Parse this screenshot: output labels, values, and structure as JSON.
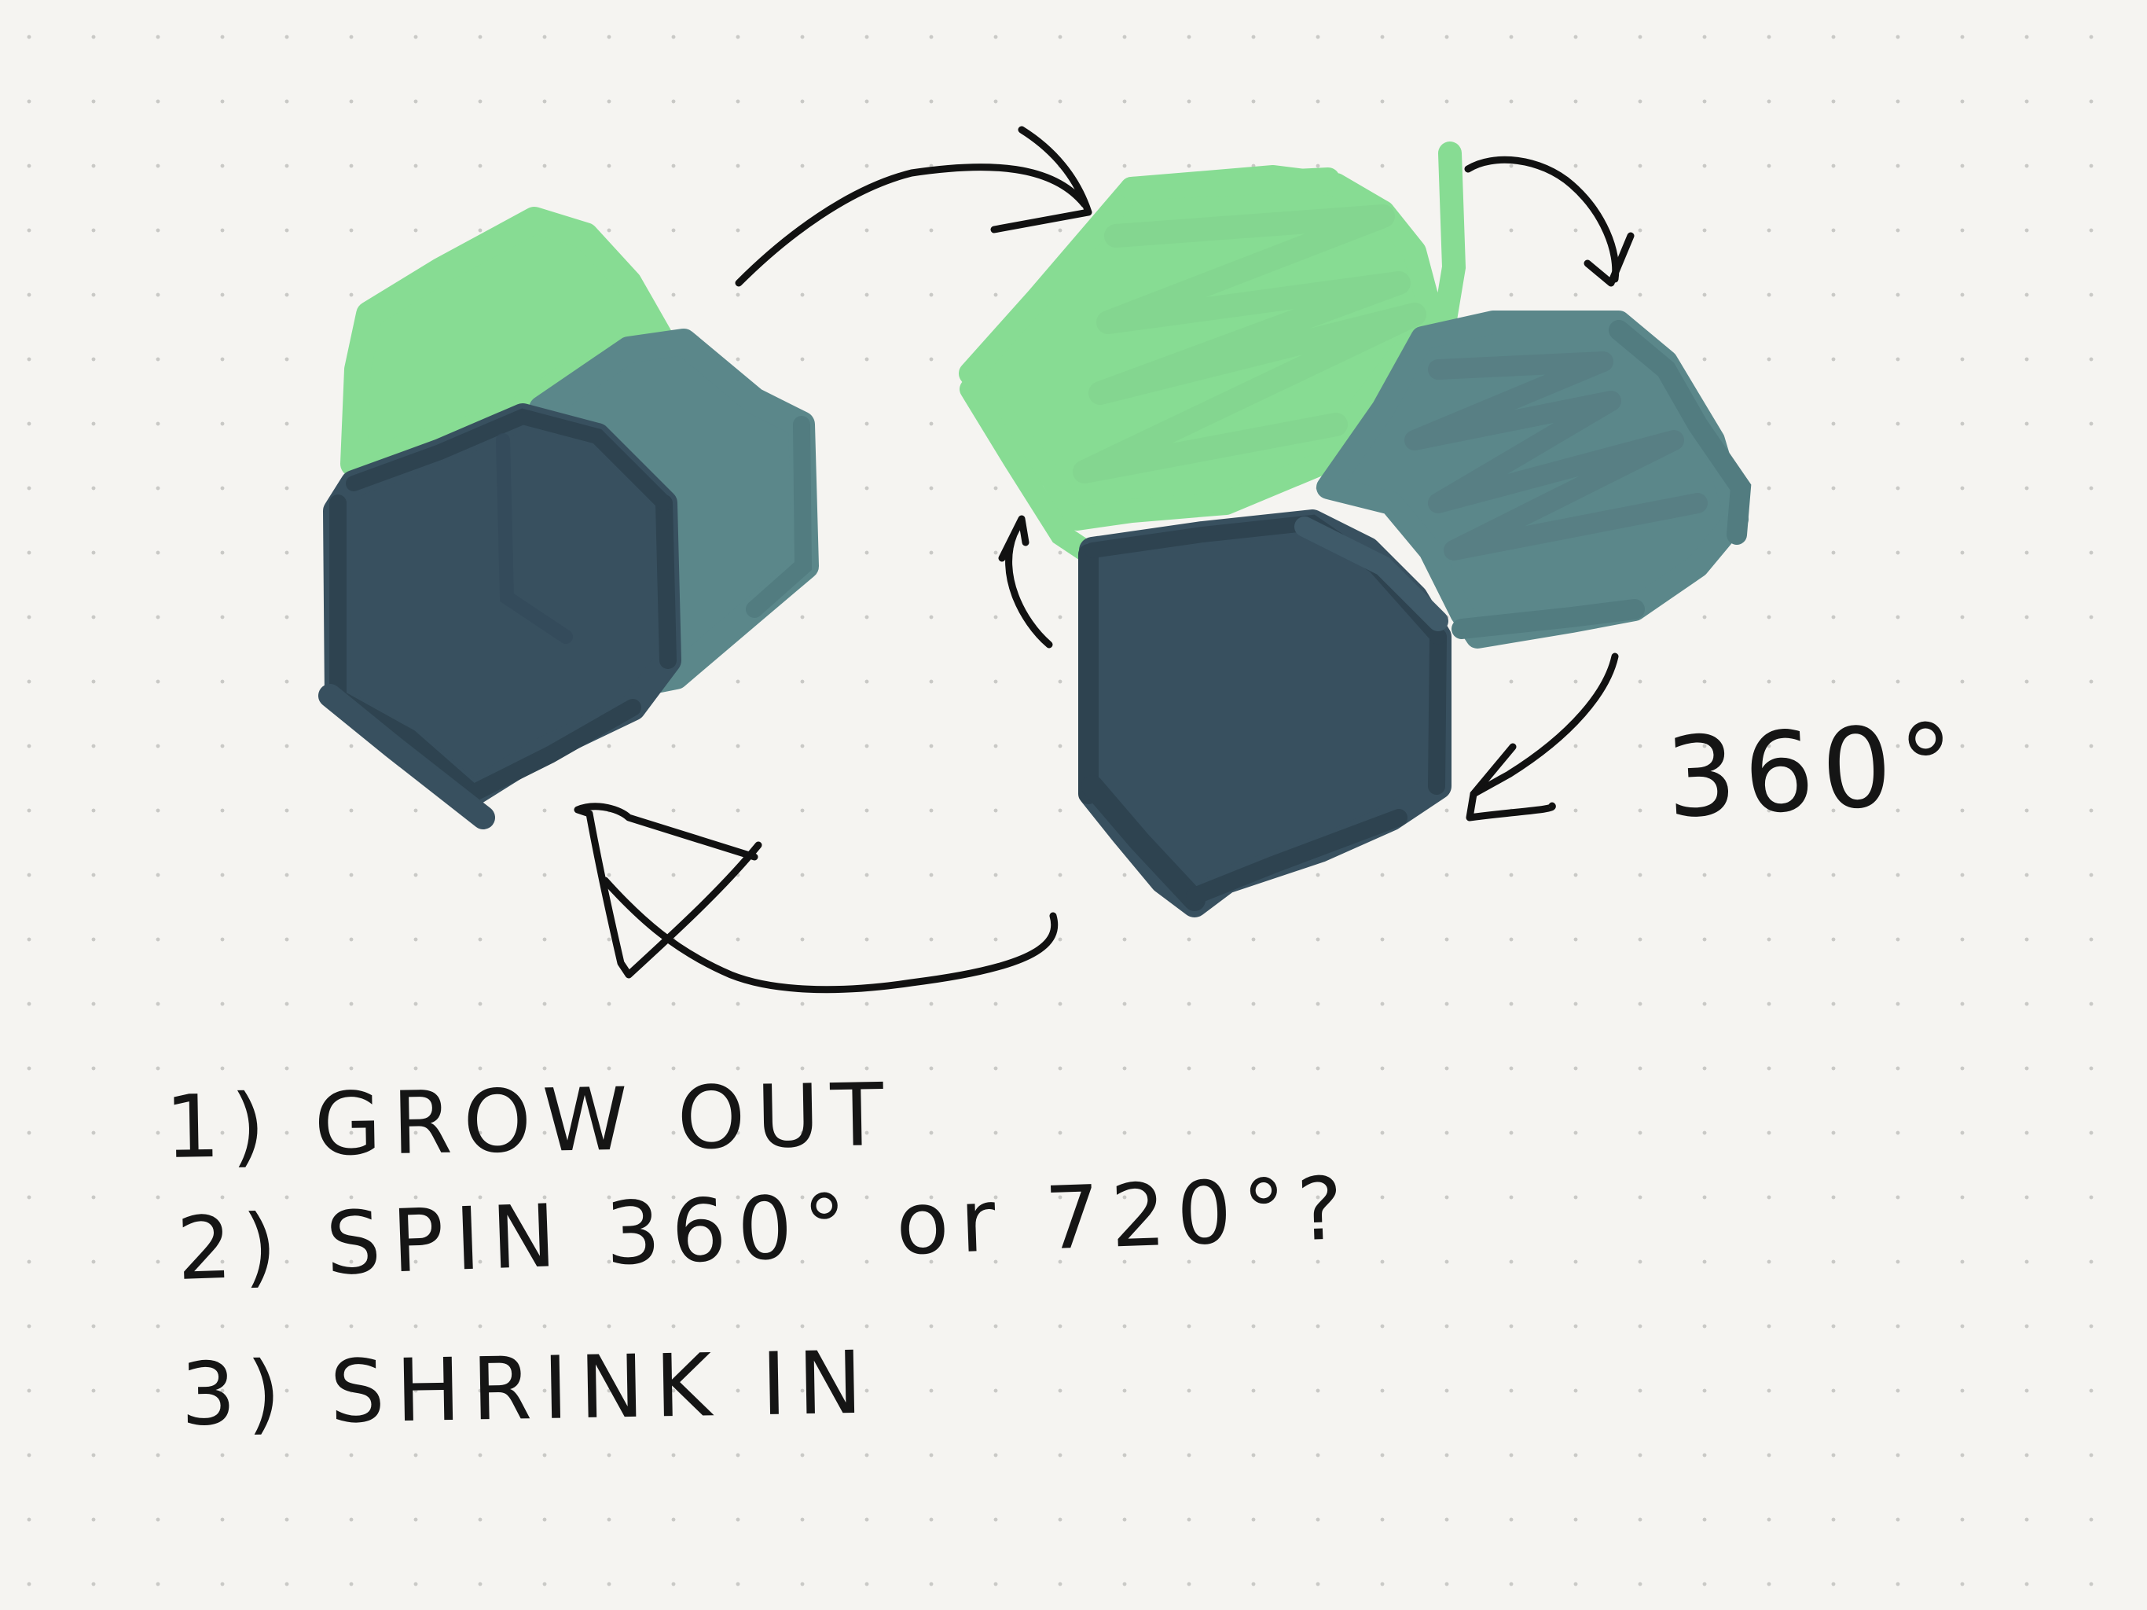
{
  "colors": {
    "background": "#f5f4f1",
    "light_green": "#87dc93",
    "teal": "#5b878a",
    "dark_slate": "#38505f",
    "ink": "#111111"
  },
  "annotation": {
    "rotation_label": "360°"
  },
  "steps": [
    {
      "text": "1) GROW OUT"
    },
    {
      "text": "2) SPIN 360° or 720°?"
    },
    {
      "text": "3) SHRINK IN"
    }
  ]
}
